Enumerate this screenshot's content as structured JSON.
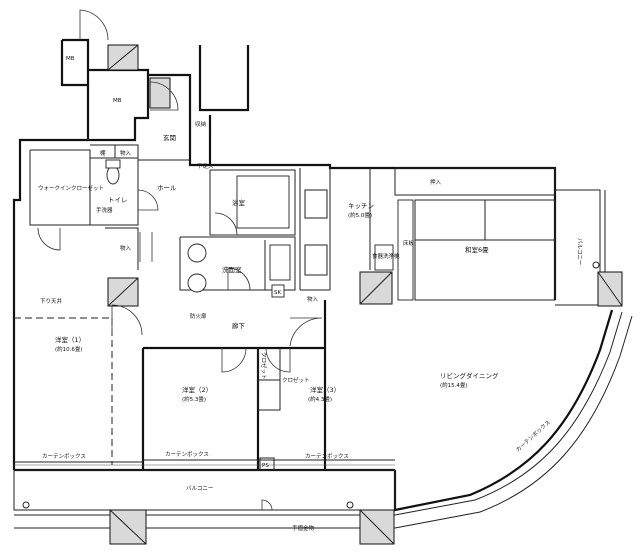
{
  "rooms": {
    "mb_top": "MB",
    "mb_mid": "MB",
    "entrance": "玄関",
    "shoe_storage": "下足入",
    "shoe_storage_small": "収納",
    "hall": "ホール",
    "walk_in_closet": "ウォークインクローゼット",
    "shelf": "棚",
    "storage_toilet": "物入",
    "toilet": "トイレ",
    "hand_wash": "手洗器",
    "storage_hall": "物入",
    "bathroom": "浴室",
    "washroom": "洗面室",
    "sk": "SK",
    "storage_wash": "物入",
    "kitchen": "キッチン",
    "kitchen_size": "(約5.0畳)",
    "dishwasher": "食器洗浄機",
    "closet_top": "押入",
    "tokonoma": "床板",
    "japanese_room": "和室6畳",
    "balcony_right": "バルコニー",
    "lowered_ceiling": "下り天井",
    "western1": "洋室（1）",
    "western1_size": "(約10.6畳)",
    "fire_door": "防火扉",
    "corridor": "廊下",
    "closet_a": "クロゼット",
    "closet_b": "クロゼット",
    "western2": "洋室（2）",
    "western2_size": "(約5.3畳)",
    "western3": "洋室（3）",
    "western3_size": "(約4.3畳)",
    "living_dining": "リビングダイニング",
    "living_size": "(約15.4畳)",
    "curtain_box_1": "カーテンボックス",
    "curtain_box_2": "カーテンボックス",
    "curtain_box_3": "カーテンボックス",
    "curtain_box_4": "カーテンボックス",
    "ps": "PS",
    "balcony_bottom": "バルコニー",
    "handrail": "手摺金物"
  }
}
